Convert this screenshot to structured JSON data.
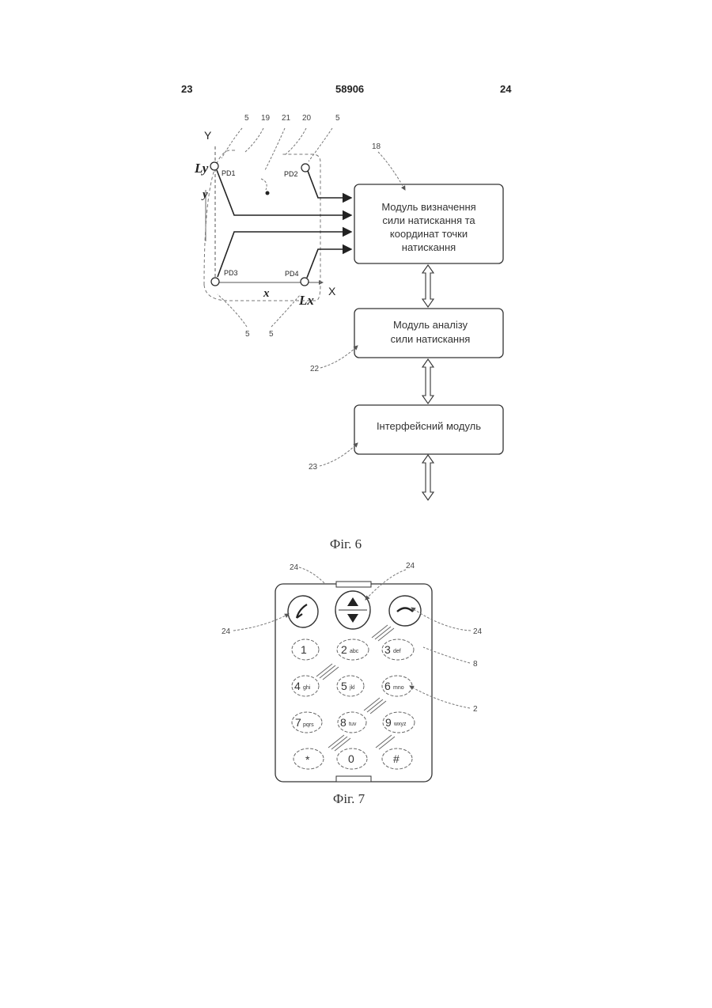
{
  "header": {
    "left": "23",
    "center": "58906",
    "right": "24"
  },
  "fig6": {
    "caption": "Фіг. 6",
    "axis_y": "Y",
    "axis_x": "X",
    "label_ly": "Ly",
    "label_lx": "Lx",
    "label_y": "y",
    "label_x": "x",
    "sensors": [
      "PD1",
      "PD2",
      "PD3",
      "PD4"
    ],
    "top_refs": [
      "5",
      "19",
      "21",
      "20",
      "5"
    ],
    "bottom_refs": [
      "5",
      "5"
    ],
    "ref_18": "18",
    "ref_22": "22",
    "ref_23": "23",
    "box1": [
      "Модуль визначення",
      "сили натискання та",
      "координат точки",
      "натискання"
    ],
    "box2": [
      "Модуль аналізу",
      "сили натискання"
    ],
    "box3": [
      "Інтерфейсний модуль"
    ]
  },
  "fig7": {
    "caption": "Фіг. 7",
    "refs": {
      "top": "24",
      "top_right": "24",
      "left": "24",
      "right": "24",
      "r8": "8",
      "r2": "2"
    },
    "keys": [
      {
        "main": "1",
        "sub": ""
      },
      {
        "main": "2",
        "sub": "abc"
      },
      {
        "main": "3",
        "sub": "def"
      },
      {
        "main": "4",
        "sub": "ghi"
      },
      {
        "main": "5",
        "sub": "jkl"
      },
      {
        "main": "6",
        "sub": "mno"
      },
      {
        "main": "7",
        "sub": "pqrs"
      },
      {
        "main": "8",
        "sub": "tuv"
      },
      {
        "main": "9",
        "sub": "wxyz"
      },
      {
        "main": "*",
        "sub": ""
      },
      {
        "main": "0",
        "sub": ""
      },
      {
        "main": "#",
        "sub": ""
      }
    ]
  }
}
